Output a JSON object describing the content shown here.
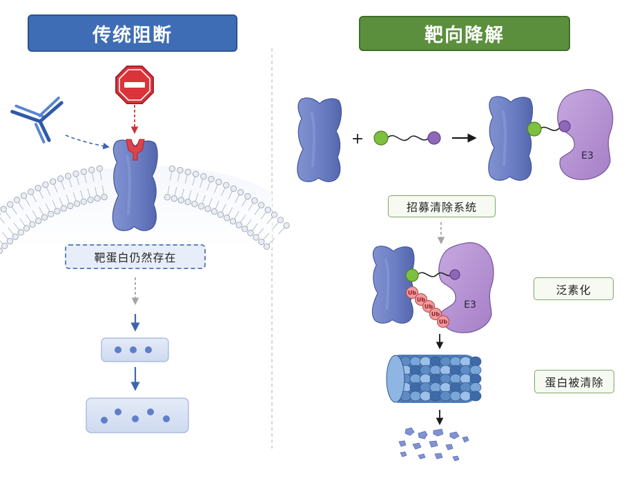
{
  "left_panel": {
    "title": "传统阻断",
    "target_label": "靶蛋白仍然存在"
  },
  "right_panel": {
    "title": "靶向降解",
    "plus_sign": "+",
    "e3_label": "E3",
    "ub_label": "Ub",
    "steps": [
      "招募清除系统",
      "泛素化",
      "蛋白被清除"
    ]
  },
  "colors": {
    "left_header": "#3f6db5",
    "right_header": "#5b8f3d",
    "target_protein": "#6f80c2",
    "e3_ligase": "#b38fd1",
    "stop_sign": "#d9343a",
    "ubiquitin": "#f19a9c",
    "ligand_green": "#7dbf3f",
    "ligand_purple": "#8f67b8",
    "proteasome": "#5f8bc4"
  },
  "icons": [
    "stop-sign-icon",
    "antibody-icon",
    "cell-membrane",
    "proteasome-icon",
    "protein-fragments-icon"
  ]
}
